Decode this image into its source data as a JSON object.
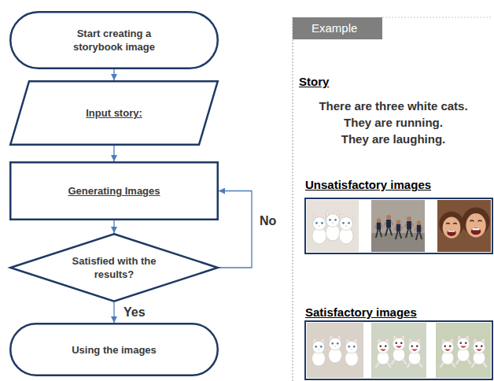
{
  "diagram": {
    "nodes": [
      {
        "text": [
          "Start creating a storybook image"
        ]
      },
      {
        "text": [
          "Input story:"
        ]
      },
      {
        "text": [
          "Generating Images"
        ]
      },
      {
        "text": [
          "Satisfied with the results?"
        ]
      },
      {
        "text": [
          "Using the images"
        ]
      },
      {
        "text": [
          "Example"
        ]
      }
    ],
    "edges": [
      {
        "from": 0,
        "to": 1,
        "arrow": "to"
      },
      {
        "from": 1,
        "to": 2,
        "arrow": "to"
      },
      {
        "from": 2,
        "to": 3,
        "arrow": "to"
      },
      {
        "from": 3,
        "to": 4,
        "label": "Yes",
        "arrow": "to"
      },
      {
        "from": 3,
        "to": 2,
        "label": "No",
        "arrow": "to"
      }
    ],
    "labels": [
      "Story",
      "There are three white cats.",
      "They are running.",
      "They are laughing.",
      "Unsatisfactory images",
      "Satisfactory images"
    ]
  }
}
